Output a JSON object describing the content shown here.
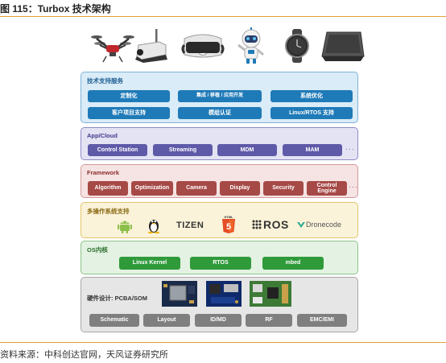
{
  "figure_title": "图 115：Turbox 技术架构",
  "source_note": "资料来源：中科创达官网，天风证券研究所",
  "devices": [
    "drone-icon",
    "security-camera-icon",
    "vr-headset-icon",
    "robot-icon",
    "smartwatch-icon",
    "tablet-device-icon"
  ],
  "layers": {
    "services": {
      "title": "技术支持服务",
      "items": [
        "定制化",
        "集成 / 移植 / 应用开发",
        "系统优化",
        "客户项目支持",
        "模组认证",
        "Linux/RTOS 支持"
      ],
      "bg": "#d9ecf7",
      "border": "#7fb3d8",
      "btn": "#1f7ab8"
    },
    "app_cloud": {
      "title": "App/Cloud",
      "items": [
        "Control Station",
        "Streaming",
        "MDM",
        "MAM"
      ],
      "more": "···",
      "bg": "#e4e3f4",
      "border": "#8d8ac7",
      "btn": "#5e5aa8"
    },
    "framework": {
      "title": "Framework",
      "items": [
        "Algorithm",
        "Optimization",
        "Camera",
        "Display",
        "Security",
        "Control Engine"
      ],
      "more": "···",
      "bg": "#f6e3e3",
      "border": "#d29a9a",
      "btn": "#a64a47"
    },
    "multi_os": {
      "title": "多操作系统支持",
      "logos": [
        "android-icon",
        "linux-tux-icon",
        "tizen-logo",
        "html5-logo",
        "ros-logo",
        "dronecode-logo"
      ],
      "tizen": "TIZEN",
      "html": "HTML",
      "html_num": "5",
      "ros": "ROS",
      "dronecode": "Dronecode",
      "bg": "#fbf3d9",
      "border": "#e3c46b"
    },
    "os_kernel": {
      "title": "OS内核",
      "items": [
        "Linux Kernel",
        "RTOS",
        "mbed"
      ],
      "bg": "#e3f2e2",
      "border": "#8cc48a",
      "btn": "#2f9a3a"
    },
    "hardware": {
      "title": "硬件设计: PCBA/SOM",
      "boards": [
        "pcba-board-image",
        "som-board-image",
        "dev-board-image"
      ],
      "items": [
        "Schematic",
        "Layout",
        "ID/MD",
        "RF",
        "EMC/EMI"
      ],
      "bg": "#e6e6e6",
      "border": "#a8a8a8",
      "btn": "#7f7f7f"
    }
  }
}
